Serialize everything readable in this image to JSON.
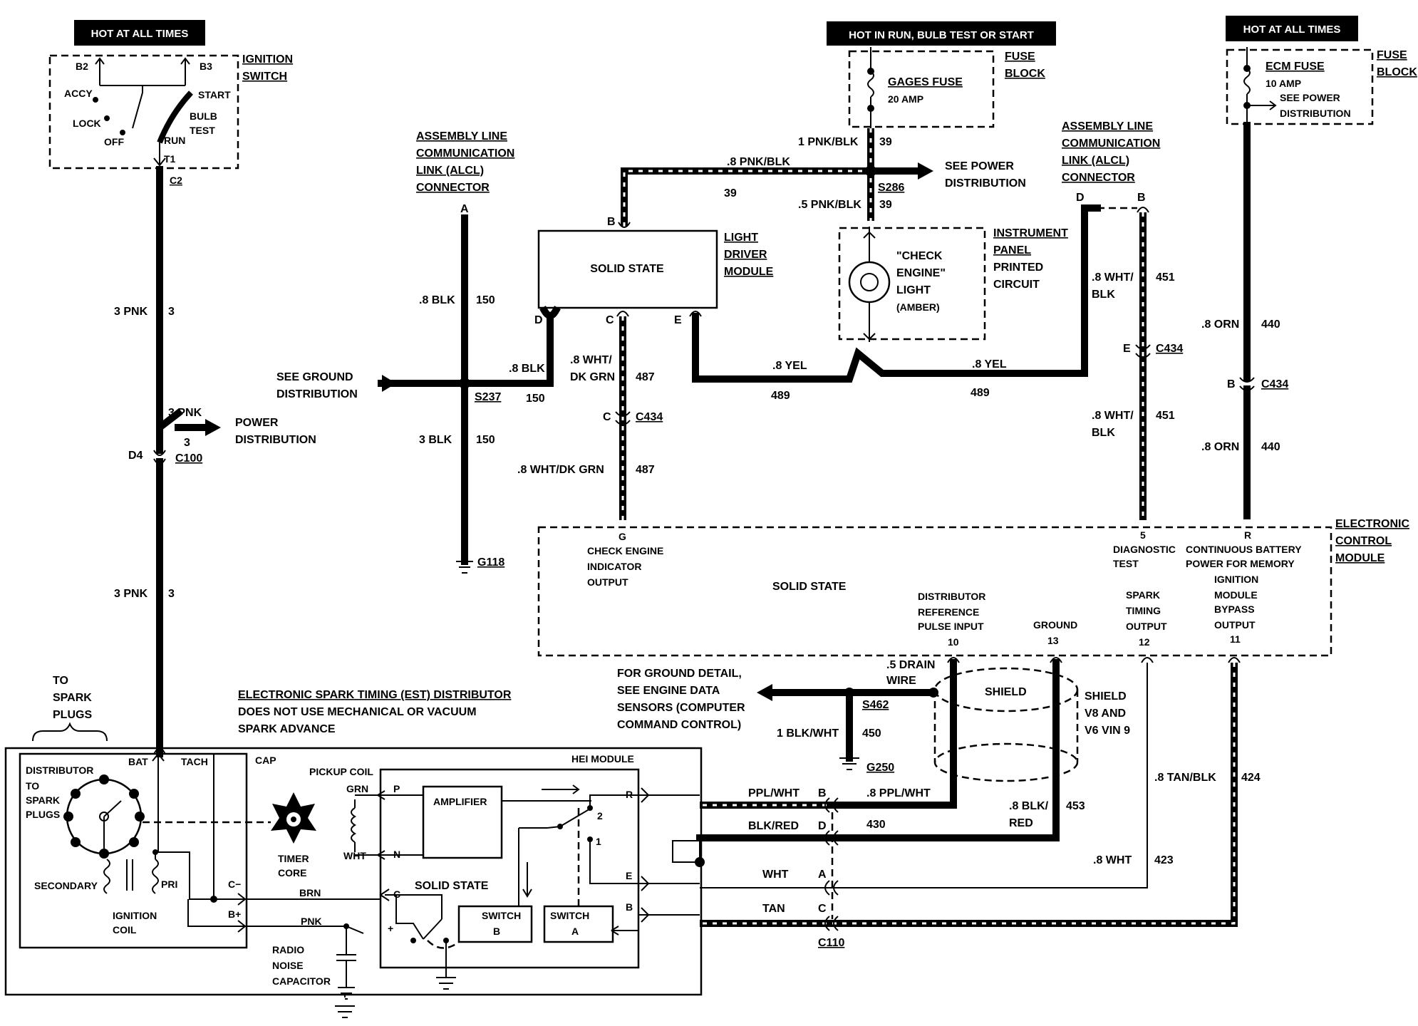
{
  "banners": {
    "hot_left": "HOT AT ALL TIMES",
    "hot_run": "HOT IN RUN, BULB TEST OR START",
    "hot_right": "HOT AT ALL TIMES"
  },
  "ignition_switch": {
    "title": [
      "IGNITION",
      "SWITCH"
    ],
    "labels": [
      "B2",
      "B3",
      "ACCY",
      "LOCK",
      "OFF",
      "RUN",
      "START",
      "BULB",
      "TEST",
      "T1"
    ],
    "connector": "C2"
  },
  "fuse_block": {
    "title": [
      "FUSE",
      "BLOCK"
    ],
    "fuse": "GAGES FUSE",
    "rating": "20 AMP"
  },
  "ecm_fuse": {
    "title": [
      "FUSE",
      "BLOCK"
    ],
    "fuse": "ECM FUSE",
    "rating": "10 AMP",
    "note": [
      "SEE POWER",
      "DISTRIBUTION"
    ]
  },
  "alcl_left": [
    "ASSEMBLY LINE",
    "COMMUNICATION",
    "LINK (ALCL)",
    "CONNECTOR"
  ],
  "alcl_right": [
    "ASSEMBLY LINE",
    "COMMUNICATION",
    "LINK (ALCL)",
    "CONNECTOR"
  ],
  "light_driver": {
    "body": "SOLID STATE",
    "title": [
      "LIGHT",
      "DRIVER",
      "MODULE"
    ],
    "pins": [
      "B",
      "D",
      "C",
      "E"
    ]
  },
  "instrument_panel": {
    "title": [
      "INSTRUMENT",
      "PANEL",
      "PRINTED",
      "CIRCUIT"
    ],
    "lamp": [
      "\"CHECK",
      "ENGINE\"",
      "LIGHT",
      "(AMBER)"
    ]
  },
  "ecm": {
    "title": [
      "ELECTRONIC",
      "CONTROL",
      "MODULE"
    ],
    "body": "SOLID STATE",
    "pins": [
      "G",
      "5",
      "R",
      "10",
      "13",
      "12",
      "11"
    ],
    "functions": {
      "g": [
        "CHECK ENGINE",
        "INDICATOR",
        "OUTPUT"
      ],
      "p5": [
        "DIAGNOSTIC",
        "TEST"
      ],
      "r": [
        "CONTINUOUS BATTERY",
        "POWER FOR MEMORY"
      ],
      "p10": [
        "DISTRIBUTOR",
        "REFERENCE",
        "PULSE INPUT"
      ],
      "p13": "GROUND",
      "p12": [
        "SPARK",
        "TIMING",
        "OUTPUT"
      ],
      "p11": [
        "IGNITION",
        "MODULE",
        "BYPASS",
        "OUTPUT"
      ]
    }
  },
  "distributor": {
    "title": [
      "ELECTRONIC SPARK TIMING (EST) DISTRIBUTOR",
      "DOES NOT USE MECHANICAL OR VACUUM",
      "SPARK ADVANCE"
    ],
    "to_plugs": [
      "TO",
      "SPARK",
      "PLUGS"
    ],
    "dist_label": [
      "DISTRIBUTOR",
      "TO",
      "SPARK",
      "PLUGS"
    ],
    "labels": [
      "BAT",
      "TACH",
      "CAP",
      "PICKUP COIL",
      "HEI MODULE",
      "GRN",
      "WHT",
      "TIMER",
      "CORE",
      "SECONDARY",
      "PRI",
      "IGNITION",
      "COIL",
      "C−",
      "B+",
      "BRN",
      "PNK",
      "RADIO",
      "NOISE",
      "CAPACITOR",
      "AMPLIFIER",
      "SOLID STATE",
      "SWITCH",
      "B",
      "SWITCH",
      "A",
      "P",
      "N",
      "C",
      "+",
      "R",
      "E",
      "B",
      "2",
      "1"
    ]
  },
  "ground_note": [
    "FOR GROUND DETAIL,",
    "SEE ENGINE DATA",
    "SENSORS (COMPUTER",
    "COMMAND CONTROL)"
  ],
  "ground_dist": [
    "SEE GROUND",
    "DISTRIBUTION"
  ],
  "power_dist": [
    "POWER",
    "DISTRIBUTION"
  ],
  "see_power": [
    "SEE POWER",
    "DISTRIBUTION"
  ],
  "shield": {
    "label": "SHIELD",
    "note": [
      "SHIELD",
      "V8 AND",
      "V6 VIN 9"
    ],
    "drain": [
      ".5 DRAIN",
      "WIRE"
    ]
  },
  "connectors": [
    "C100",
    "D4",
    "S237",
    "G118",
    "S286",
    "C434",
    "C434",
    "C434",
    "S462",
    "G250",
    "C110"
  ],
  "wire_labels": {
    "w3pnk_a": "3 PNK",
    "w3_a": "3",
    "w3pnk_b": "3 PNK",
    "w3_b": "3",
    "w3pnk_c": "3 PNK",
    "w3_c": "3",
    "blk8": ".8 BLK",
    "n150a": "150",
    "blk8b": ".8 BLK",
    "n150b": "150",
    "blk3": "3 BLK",
    "n150c": "150",
    "pnkblk8": ".8 PNK/BLK",
    "n39a": "39",
    "pnkblk1": "1 PNK/BLK",
    "n39b": "39",
    "pnkblk5": ".5 PNK/BLK",
    "n39c": "39",
    "whtgrn_a": [
      ".8 WHT/",
      "DK GRN"
    ],
    "n487a": "487",
    "whtgrn_b": ".8 WHT/DK GRN",
    "n487b": "487",
    "yel_a": ".8 YEL",
    "n489a": "489",
    "yel_b": ".8 YEL",
    "n489b": "489",
    "whtblk_a": [
      ".8 WHT/",
      "BLK"
    ],
    "n451a": "451",
    "whtblk_b": [
      ".8 WHT/",
      "BLK"
    ],
    "n451b": "451",
    "orn_a": ".8 ORN",
    "n440a": "440",
    "orn_b": ".8 ORN",
    "n440b": "440",
    "blkwht": "1 BLK/WHT",
    "n450": "450",
    "pplwht": "PPL/WHT",
    "pplwht8": ".8 PPL/WHT",
    "blkred": "BLK/RED",
    "n430": "430",
    "blkred8": [
      ".8 BLK/",
      "RED"
    ],
    "n453": "453",
    "wht": "WHT",
    "wht8": ".8 WHT",
    "n423": "423",
    "tan": "TAN",
    "tanblk8": ".8 TAN/BLK",
    "n424": "424",
    "pinB": "B",
    "pinD": "D",
    "pinA": "A",
    "pinC": "C",
    "pA": "A",
    "pB_ecm": "B",
    "pD_r": "D",
    "pB_r": "B",
    "pC434": "C",
    "pE434": "E",
    "pB434": "B"
  }
}
